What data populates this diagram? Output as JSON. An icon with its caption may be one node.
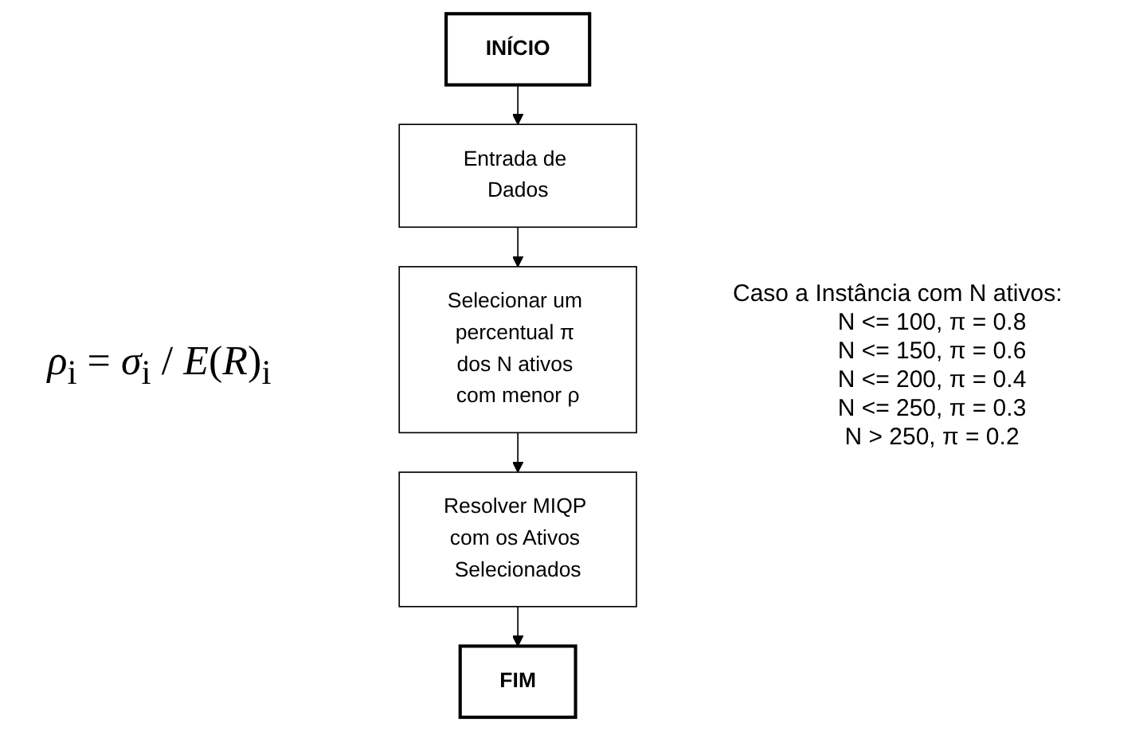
{
  "diagram": {
    "nodes": [
      {
        "text": [
          "INÍCIO"
        ]
      },
      {
        "text": [
          "Entrada de Dados"
        ]
      },
      {
        "text": [
          "Selecionar um percentual π dos N ativos com menor ρ"
        ]
      },
      {
        "text": [
          "Resolver MIQP com os Ativos Selecionados"
        ]
      },
      {
        "text": [
          "FIM"
        ]
      }
    ],
    "edges": [
      {
        "from": 0,
        "to": 1,
        "arrow": "to"
      },
      {
        "from": 1,
        "to": 2,
        "arrow": "to"
      },
      {
        "from": 2,
        "to": 3,
        "arrow": "to"
      },
      {
        "from": 3,
        "to": 4,
        "arrow": "to"
      }
    ],
    "labels": [
      "*ρ*$_{i}$ = *σ*$_{i}$ / *E*(*R*)$_{i}$",
      "Caso a Instância com N ativos:",
      "N <= 100, π = 0.8",
      "N <= 150, π = 0.6",
      "N <= 200, π = 0.4",
      "N <= 250, π = 0.3",
      "N > 250, π = 0.2"
    ]
  }
}
